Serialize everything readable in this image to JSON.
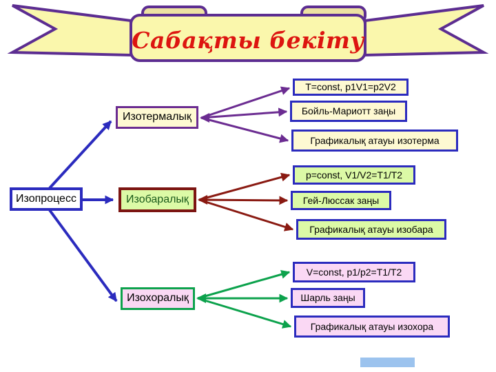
{
  "banner": {
    "title": "Сабақты бекіту",
    "fill_color": "#FAF7AC",
    "border_color": "#5C2D91",
    "title_color": "#DD1510"
  },
  "root": {
    "label": "Изопроцесс",
    "box_fill": "#FFFFFF",
    "box_border": "#2B2BBE"
  },
  "branches": [
    {
      "label": "Изотермалық",
      "box_fill": "#FEF9D2",
      "box_border": "#6B2C91",
      "arrow_color": "#6B2C91",
      "children": [
        "T=const, p1V1=p2V2",
        "Бойль-Мариотт заңы",
        "Графикалық атауы изотерма"
      ]
    },
    {
      "label": "Изобаралық",
      "box_fill": "#DCFAA6",
      "box_border": "#7C1512",
      "label_color": "#1A5A1A",
      "arrow_color": "#8A1A12",
      "children": [
        "p=const, V1/V2=T1/T2",
        "Гей-Люссак заңы",
        "Графикалық атауы изобара"
      ]
    },
    {
      "label": "Изохоралық",
      "box_fill": "#FAD8F4",
      "box_border": "#0CA24C",
      "arrow_color": "#0CA24C",
      "children": [
        "V=const, p1/p2=T1/T2",
        "Шарль заңы",
        "Графикалық атауы изохора"
      ]
    }
  ],
  "connectors": {
    "root_arrow_color": "#2B2BBE",
    "child_box_border": "#2B2BBE"
  },
  "footer": {
    "accent_bar_color": "#9CC3EE"
  }
}
